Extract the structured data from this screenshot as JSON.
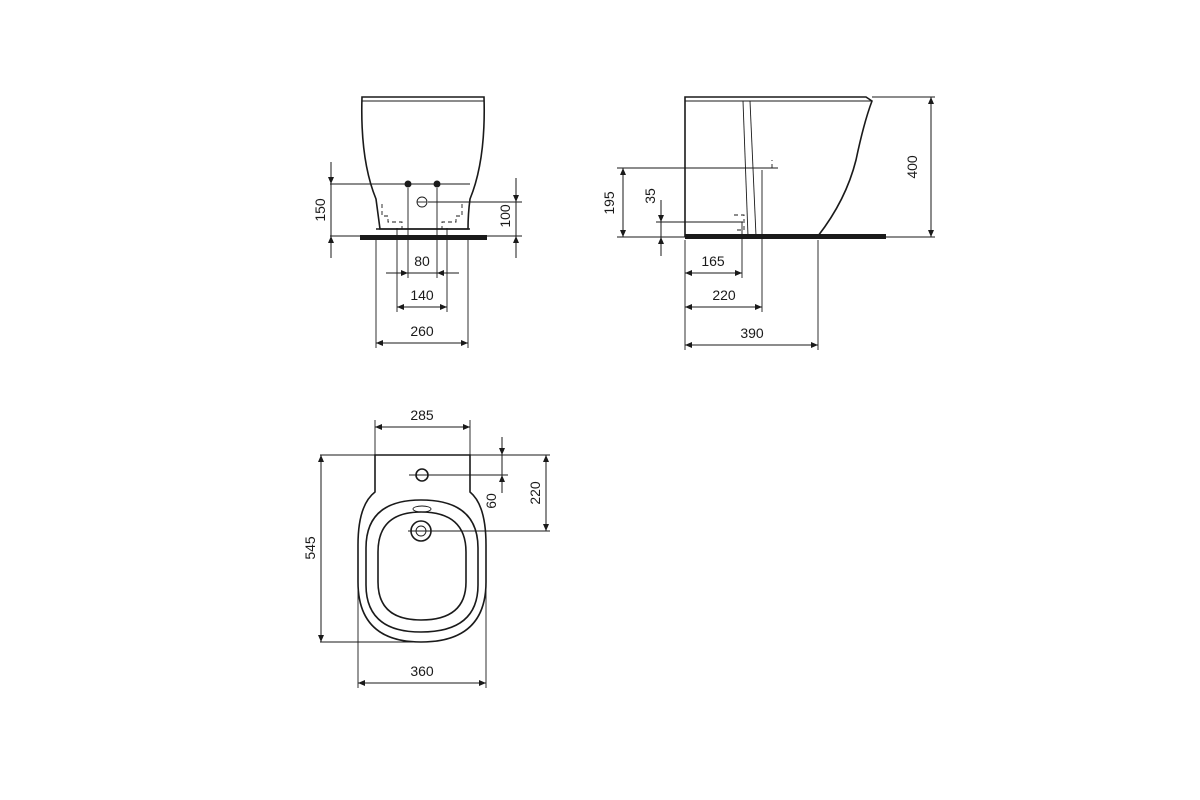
{
  "dimensions": {
    "front": {
      "height_left": "150",
      "height_right": "100",
      "hole_spacing": "80",
      "fixing_spacing": "140",
      "base_width": "260"
    },
    "side": {
      "total_height": "400",
      "supply_height": "195",
      "waste_height": "35",
      "waste_depth": "165",
      "supply_depth": "220",
      "base_depth": "390"
    },
    "top": {
      "rear_width": "285",
      "tap_hole_depth": "60",
      "waste_depth": "220",
      "total_length": "545",
      "total_width": "360"
    }
  }
}
